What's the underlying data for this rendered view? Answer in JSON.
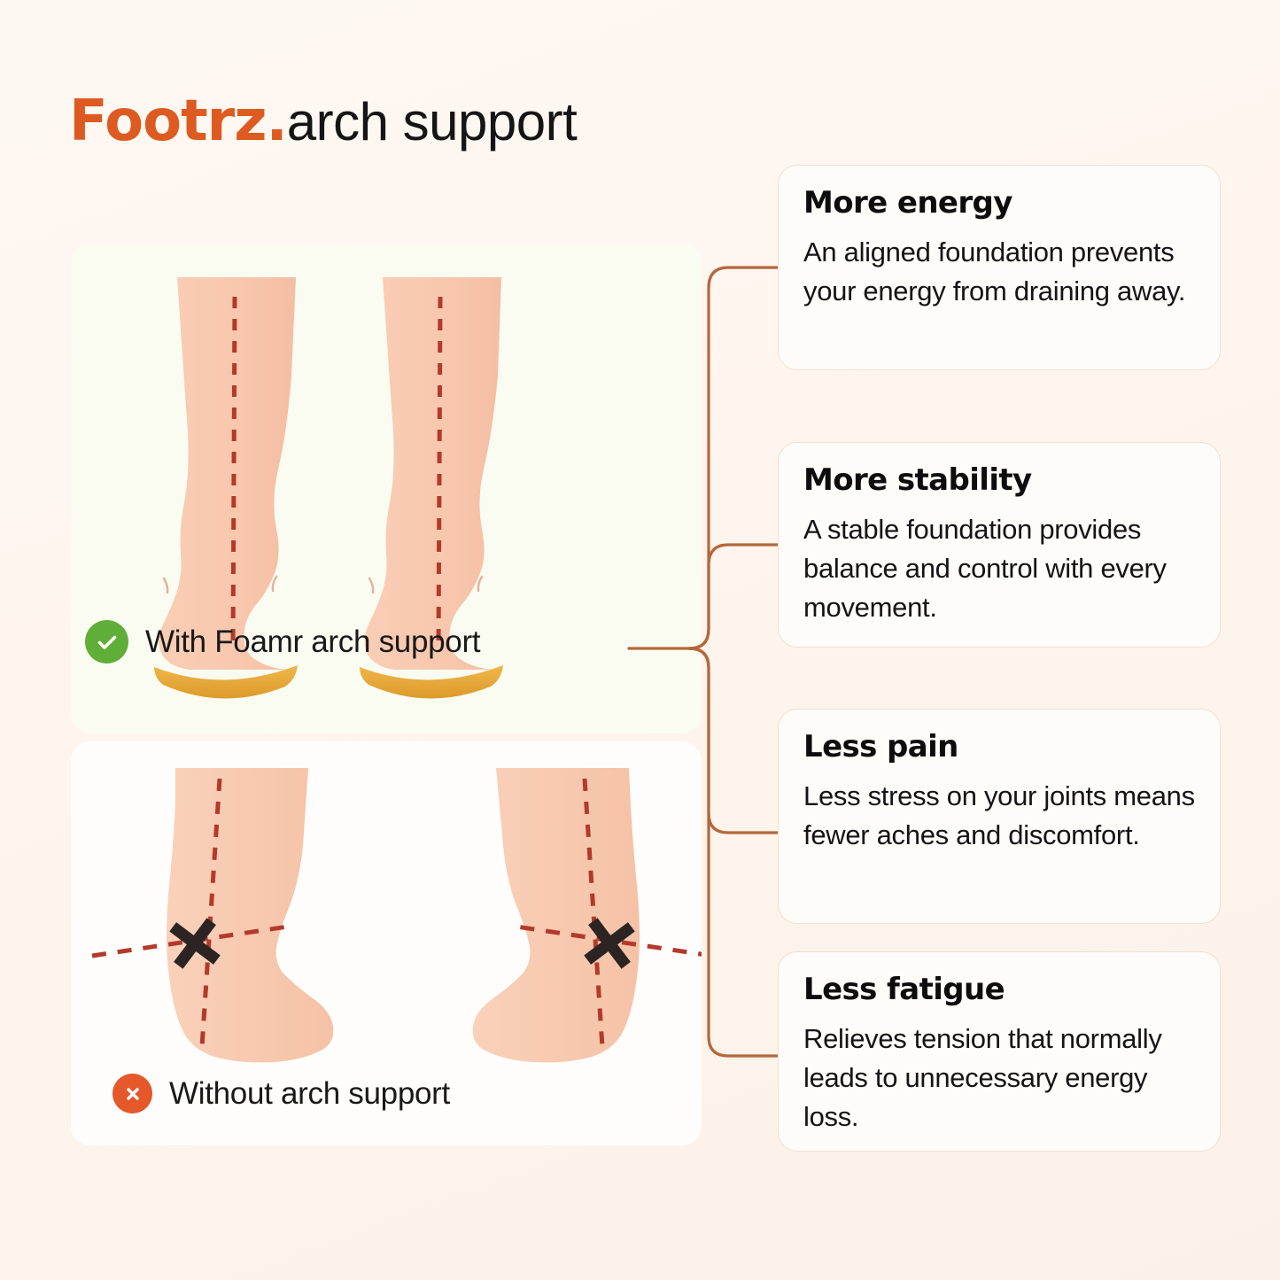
{
  "header": {
    "brand": "Footrz.",
    "subtitle": "arch support"
  },
  "colors": {
    "page_background": "#FDF6F0",
    "brand_orange": "#DD5B21",
    "good_green": "#5FAE38",
    "bad_orange": "#E4582A",
    "connector_line": "#B5673B",
    "skin": "#F7C7AC",
    "skin_light": "#FAD3BC",
    "alignment_line": "#B33A2B",
    "insole_gold": "#E8A838",
    "card_background": "#FEFCF8",
    "card_border": "#F2E0D2",
    "panel_good_background": "#FAFBF1",
    "panel_bad_background": "#FEFDFC"
  },
  "illustration": {
    "good": {
      "caption": "With Foamr arch support",
      "icon": "check-circle-icon",
      "icon_color": "#5FAE38",
      "description": "Two lower legs seen from behind, straight vertical red dashed alignment lines, golden arch-support insoles under each heel"
    },
    "bad": {
      "caption": "Without arch support",
      "icon": "x-circle-icon",
      "icon_color": "#E4582A",
      "description": "Two lower legs seen from behind, tilted red dashed alignment lines crossing diagonal ankle lines marked with black X"
    }
  },
  "cards": [
    {
      "title": "More energy",
      "body": "An aligned foundation prevents your energy from draining away."
    },
    {
      "title": "More stability",
      "body": "A stable foundation provides balance and control with every movement."
    },
    {
      "title": "Less pain",
      "body": "Less stress on your joints means fewer aches and discomfort."
    },
    {
      "title": "Less fatigue",
      "body": "Relieves tension that normally leads to unnecessary energy loss."
    }
  ]
}
